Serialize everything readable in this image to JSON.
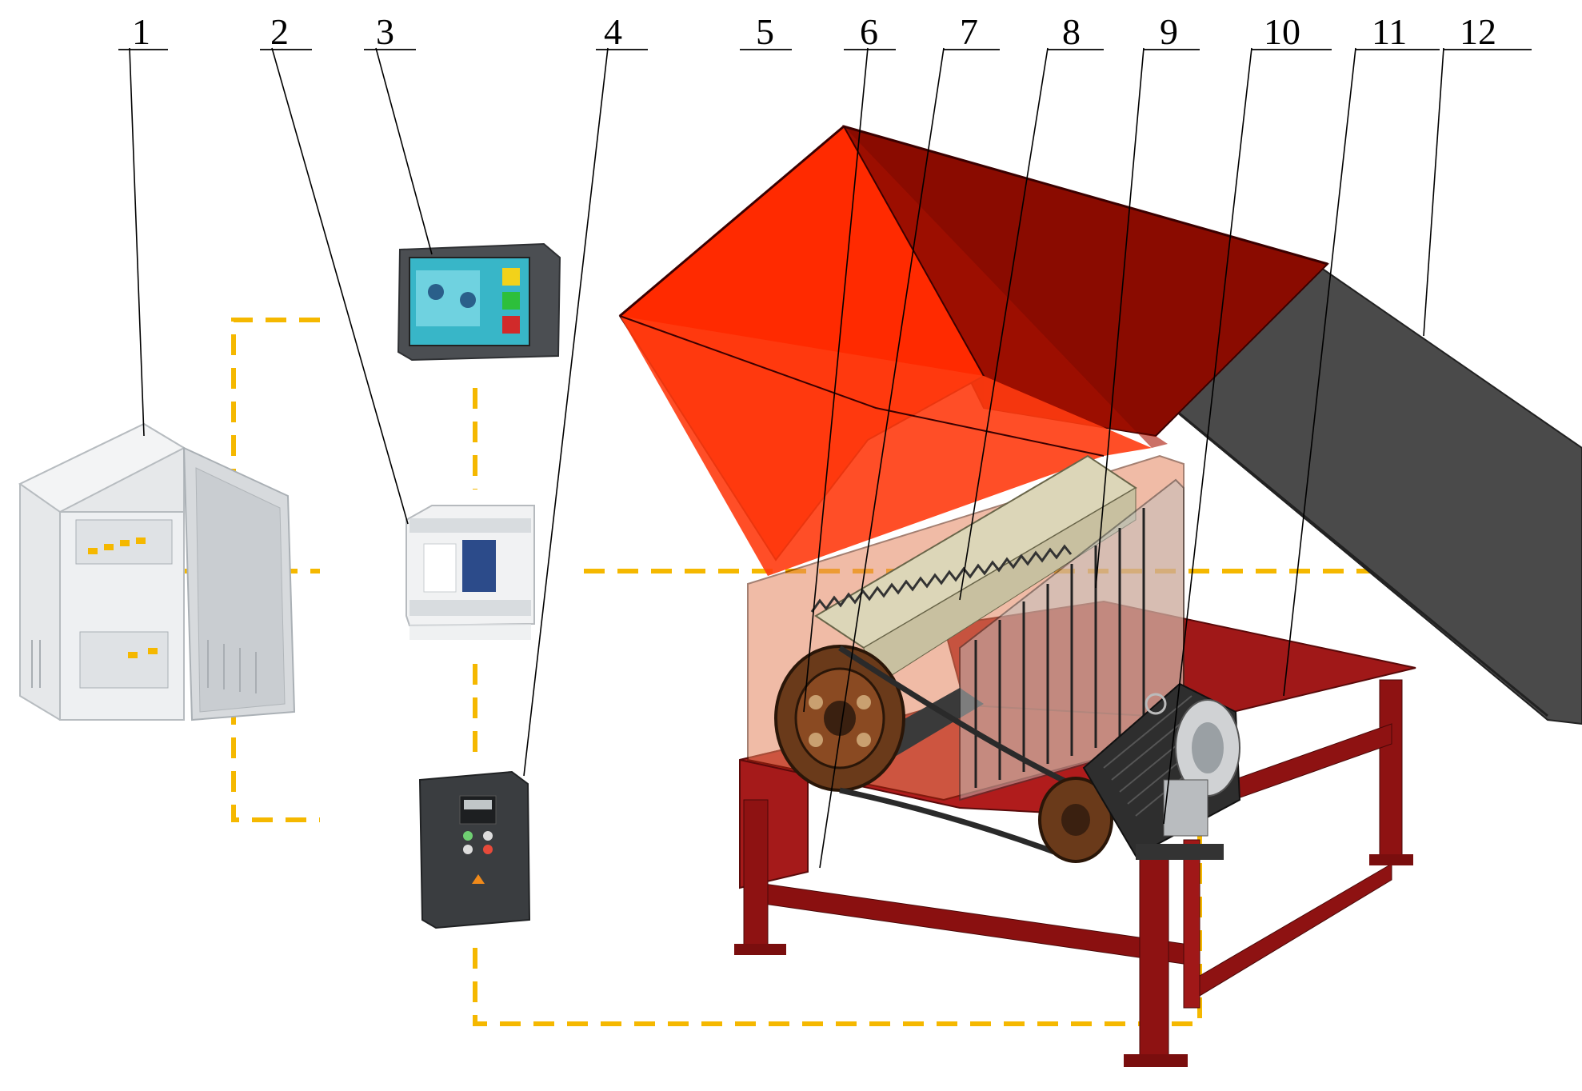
{
  "figure": {
    "callouts": [
      {
        "id": "1",
        "label": "1",
        "part": "electrical-cabinet"
      },
      {
        "id": "2",
        "label": "2",
        "part": "plc-controller"
      },
      {
        "id": "3",
        "label": "3",
        "part": "touch-screen-hmi"
      },
      {
        "id": "4",
        "label": "4",
        "part": "frequency-inverter"
      },
      {
        "id": "5",
        "label": "5",
        "part": "feed-hopper"
      },
      {
        "id": "6",
        "label": "6",
        "part": "belt-pulley"
      },
      {
        "id": "7",
        "label": "7",
        "part": "machine-frame"
      },
      {
        "id": "8",
        "label": "8",
        "part": "rotor-blades"
      },
      {
        "id": "9",
        "label": "9",
        "part": "fixed-knives"
      },
      {
        "id": "10",
        "label": "10",
        "part": "drive-motor"
      },
      {
        "id": "11",
        "label": "11",
        "part": "motor-platform"
      },
      {
        "id": "12",
        "label": "12",
        "part": "conveyor-belt"
      }
    ],
    "colors": {
      "hopper": "#ff2a00",
      "hopper_dark": "#8a0b00",
      "frame": "#a01818",
      "conveyor": "#4a4a4a",
      "wire": "#f5b800",
      "device_dark": "#3a3d40"
    }
  }
}
